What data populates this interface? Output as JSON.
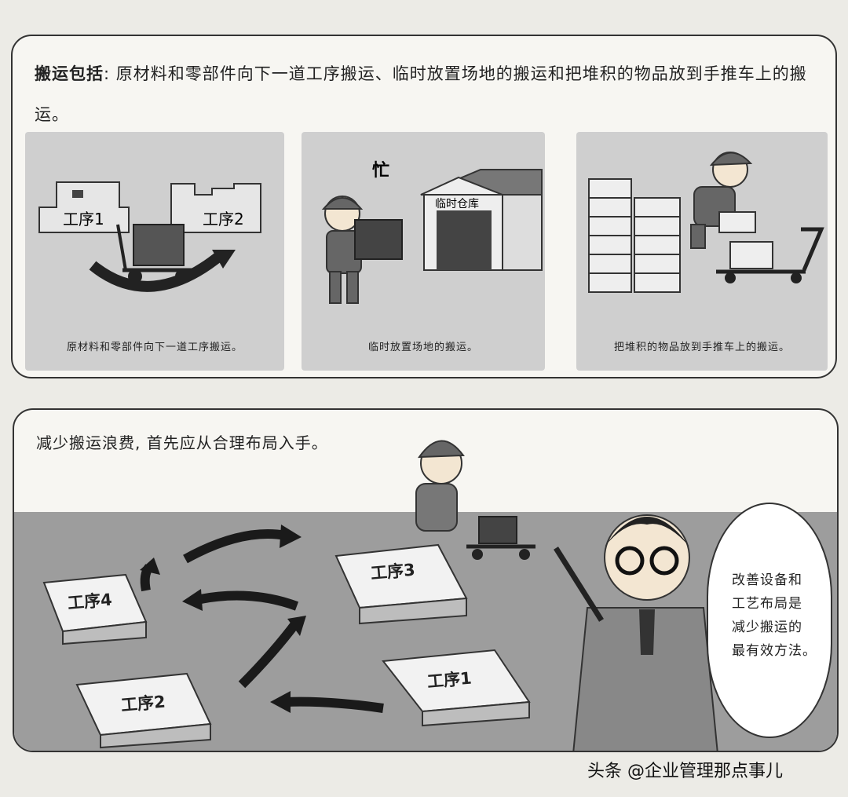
{
  "top_panel": {
    "intro_label": "搬运包括",
    "intro_text": ": 原材料和零部件向下一道工序搬运、临时放置场地的搬运和把堆积的物品放到手推车上的搬运。",
    "scenes": [
      {
        "labels": [
          "工序1",
          "工序2"
        ],
        "caption": "原材料和零部件向下一道工序搬运。"
      },
      {
        "busy_label": "忙",
        "warehouse_label": "临时仓库",
        "caption": "临时放置场地的搬运。"
      },
      {
        "caption": "把堆积的物品放到手推车上的搬运。"
      }
    ]
  },
  "bottom_panel": {
    "title": "减少搬运浪费, 首先应从合理布局入手。",
    "stations": [
      "工序4",
      "工序3",
      "工序2",
      "工序1"
    ],
    "speech_lines": [
      "改善设备和",
      "工艺布局是",
      "减少搬运的",
      "最有效方法。"
    ]
  },
  "watermark": "头条 @企业管理那点事儿"
}
